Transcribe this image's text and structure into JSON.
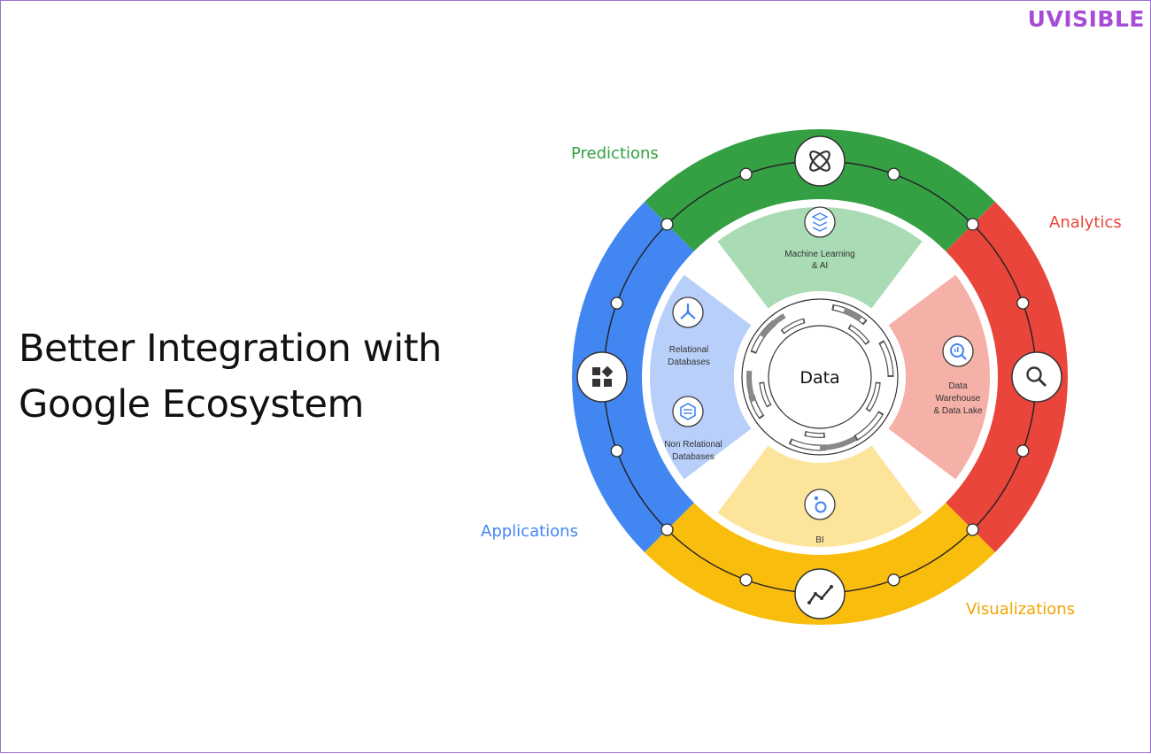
{
  "brand": {
    "logo_u": "U",
    "logo_rest": "VISIBLE",
    "logo_color": "#a64cd6"
  },
  "headline": {
    "line1": "Better Integration with",
    "line2": "Google Ecosystem"
  },
  "ring": {
    "predictions": {
      "label": "Predictions",
      "color": "#34a043",
      "icon": "atom-icon"
    },
    "analytics": {
      "label": "Analytics",
      "color": "#e9453a",
      "icon": "search-icon"
    },
    "visualizations": {
      "label": "Visualizations",
      "color": "#f9bd0e",
      "icon": "line-chart-icon"
    },
    "applications": {
      "label": "Applications",
      "color": "#4286f2",
      "icon": "apps-grid-icon"
    }
  },
  "segments": {
    "ml": {
      "line1": "Machine Learning",
      "line2": "& AI",
      "color": "#a9dbb4",
      "icon": "ml-layers-icon"
    },
    "warehouse": {
      "line1": "Data",
      "line2": "Warehouse",
      "line3": "& Data Lake",
      "color": "#f5b1a8",
      "icon": "bigquery-icon"
    },
    "bi": {
      "line1": "BI",
      "color": "#fde49b",
      "icon": "looker-icon"
    },
    "relational": {
      "line1": "Relational",
      "line2": "Databases",
      "color": "#b8cff9",
      "icon": "spanner-icon"
    },
    "nonrelational": {
      "line1": "Non Relational",
      "line2": "Databases",
      "color": "#b8cff9",
      "icon": "firestore-icon"
    }
  },
  "center": {
    "label": "Data"
  }
}
